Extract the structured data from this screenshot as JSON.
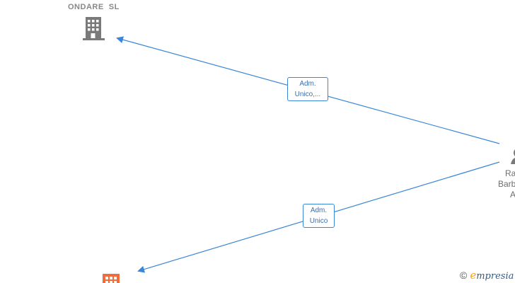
{
  "companies": [
    {
      "name": "ONDARE  SL",
      "color": "#7a7a7a",
      "icon": "building-icon"
    },
    {
      "name": "",
      "color": "#f26b3a",
      "icon": "building-icon"
    }
  ],
  "person": {
    "lines": [
      "Ra",
      "Barb",
      "A"
    ],
    "color": "#7a7a7a",
    "icon": "person-icon"
  },
  "relations": [
    {
      "label_lines": [
        "Adm.",
        "Unico,..."
      ],
      "from": "person",
      "to": "ONDARE  SL"
    },
    {
      "label_lines": [
        "Adm.",
        "Unico"
      ],
      "from": "person",
      "to": "company-2"
    }
  ],
  "edge_color": "#3a86d8",
  "watermark": {
    "copyright": "©",
    "brand_initial": "e",
    "brand_rest": "mpresia"
  }
}
